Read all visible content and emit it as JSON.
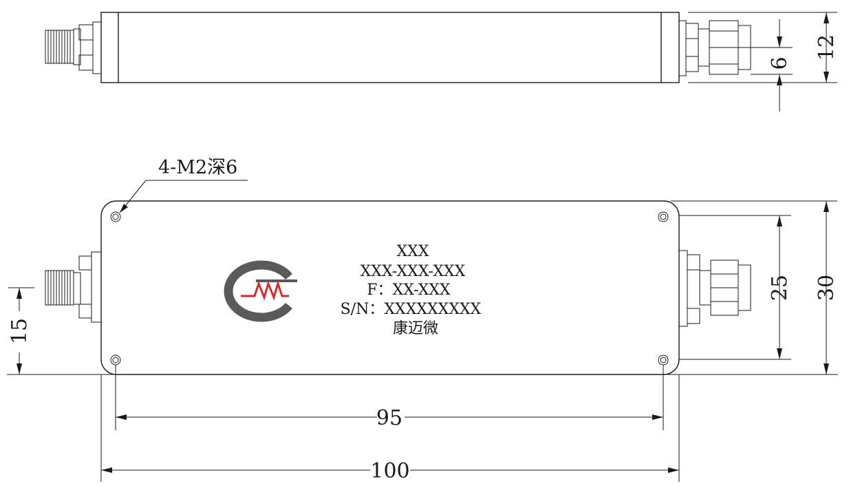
{
  "top_view": {
    "dimensions": {
      "height_total": "12",
      "connector_height": "6"
    }
  },
  "front_view": {
    "hole_callout": "4-M2深6",
    "label_lines": [
      "XXX",
      "XXX-XXX-XXX",
      "F：XX-XXX",
      "S/N：XXXXXXXXX",
      "康迈微"
    ],
    "dimensions": {
      "length_holes": "95",
      "length_total": "100",
      "height_total": "30",
      "height_holes": "25",
      "port_offset": "15"
    }
  },
  "colors": {
    "line": "#1a1a1a",
    "logo_gray": "#5a5a5a",
    "logo_red": "#d42a2a"
  }
}
